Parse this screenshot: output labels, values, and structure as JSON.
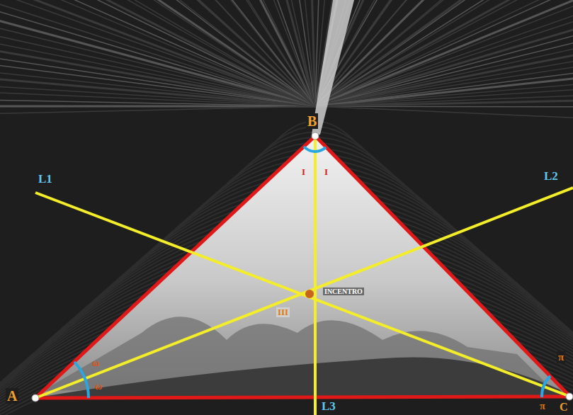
{
  "diagram": {
    "labels": [
      "B",
      "L1",
      "L2",
      "I",
      "I",
      "INCENTRO",
      "III",
      "ω",
      "ω",
      "π",
      "π",
      "A",
      "L3",
      "C"
    ]
  }
}
